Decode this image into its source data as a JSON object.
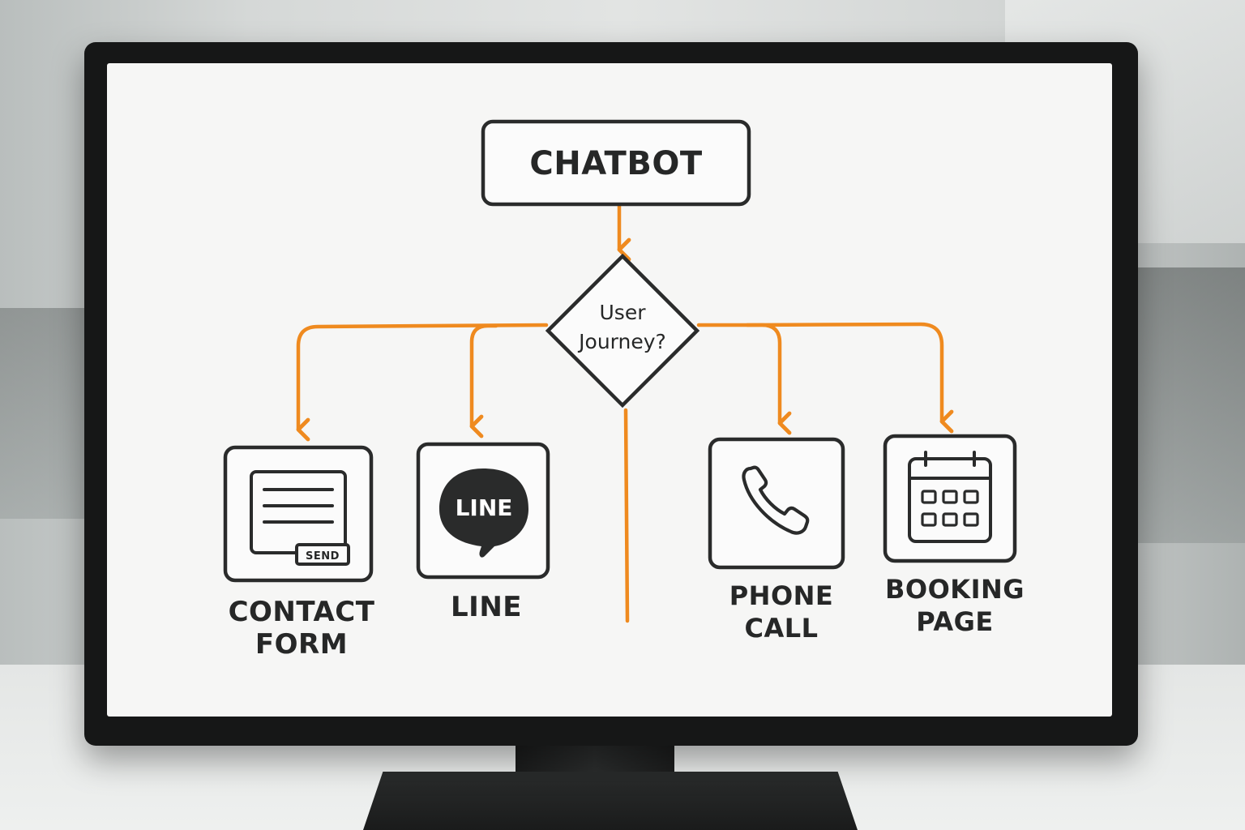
{
  "diagram": {
    "start_node": {
      "label": "CHATBOT"
    },
    "decision": {
      "line1": "User",
      "line2": "Journey?"
    },
    "options": [
      {
        "id": "contact-form",
        "line1": "CONTACT",
        "line2": "FORM",
        "icon": "contact-form-icon",
        "button_label": "SEND"
      },
      {
        "id": "line",
        "line1": "LINE",
        "line2": "",
        "icon": "line-app-icon",
        "logo_text": "LINE"
      },
      {
        "id": "phone-call",
        "line1": "PHONE",
        "line2": "CALL",
        "icon": "phone-icon"
      },
      {
        "id": "booking-page",
        "line1": "BOOKING",
        "line2": "PAGE",
        "icon": "calendar-icon"
      }
    ],
    "colors": {
      "connector": "#ef8a1f",
      "outline": "#2a2b2b",
      "screen": "#f6f6f5"
    }
  }
}
